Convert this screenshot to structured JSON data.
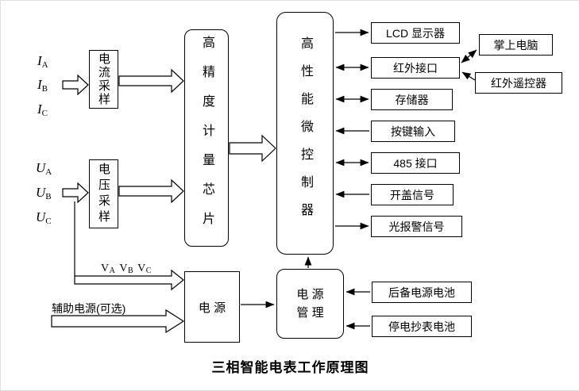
{
  "title": "三相智能电表工作原理图",
  "inputs": {
    "currents": [
      {
        "sym": "I",
        "sub": "A"
      },
      {
        "sym": "I",
        "sub": "B"
      },
      {
        "sym": "I",
        "sub": "C"
      }
    ],
    "voltages": [
      {
        "sym": "U",
        "sub": "A"
      },
      {
        "sym": "U",
        "sub": "B"
      },
      {
        "sym": "U",
        "sub": "C"
      }
    ]
  },
  "blocks": {
    "current_sampling": "电流采样",
    "voltage_sampling": "电压采样",
    "metering_chip": "高精度计量芯片",
    "mcu": "高性能微控制器",
    "power": "电 源",
    "power_mgmt_line1": "电 源",
    "power_mgmt_line2": "管 理"
  },
  "peripherals": [
    {
      "label": "LCD 显示器",
      "arrow_direction": "out"
    },
    {
      "label": "红外接口",
      "arrow_direction": "both"
    },
    {
      "label": "存储器",
      "arrow_direction": "both"
    },
    {
      "label": "按键输入",
      "arrow_direction": "in"
    },
    {
      "label": "485 接口",
      "arrow_direction": "both"
    },
    {
      "label": "开盖信号",
      "arrow_direction": "in"
    },
    {
      "label": "光报警信号",
      "arrow_direction": "out"
    }
  ],
  "remote_devices": [
    {
      "label": "掌上电脑"
    },
    {
      "label": "红外遥控器"
    }
  ],
  "batteries": [
    {
      "label": "后备电源电池"
    },
    {
      "label": "停电抄表电池"
    }
  ],
  "labels": {
    "phase_voltages": [
      {
        "sym": "V",
        "sub": "A"
      },
      {
        "sym": "V",
        "sub": "B"
      },
      {
        "sym": "V",
        "sub": "C"
      }
    ],
    "aux_power": "辅助电源(可选)"
  },
  "colors": {
    "line": "#000000",
    "background": "#ffffff",
    "text": "#000000"
  }
}
